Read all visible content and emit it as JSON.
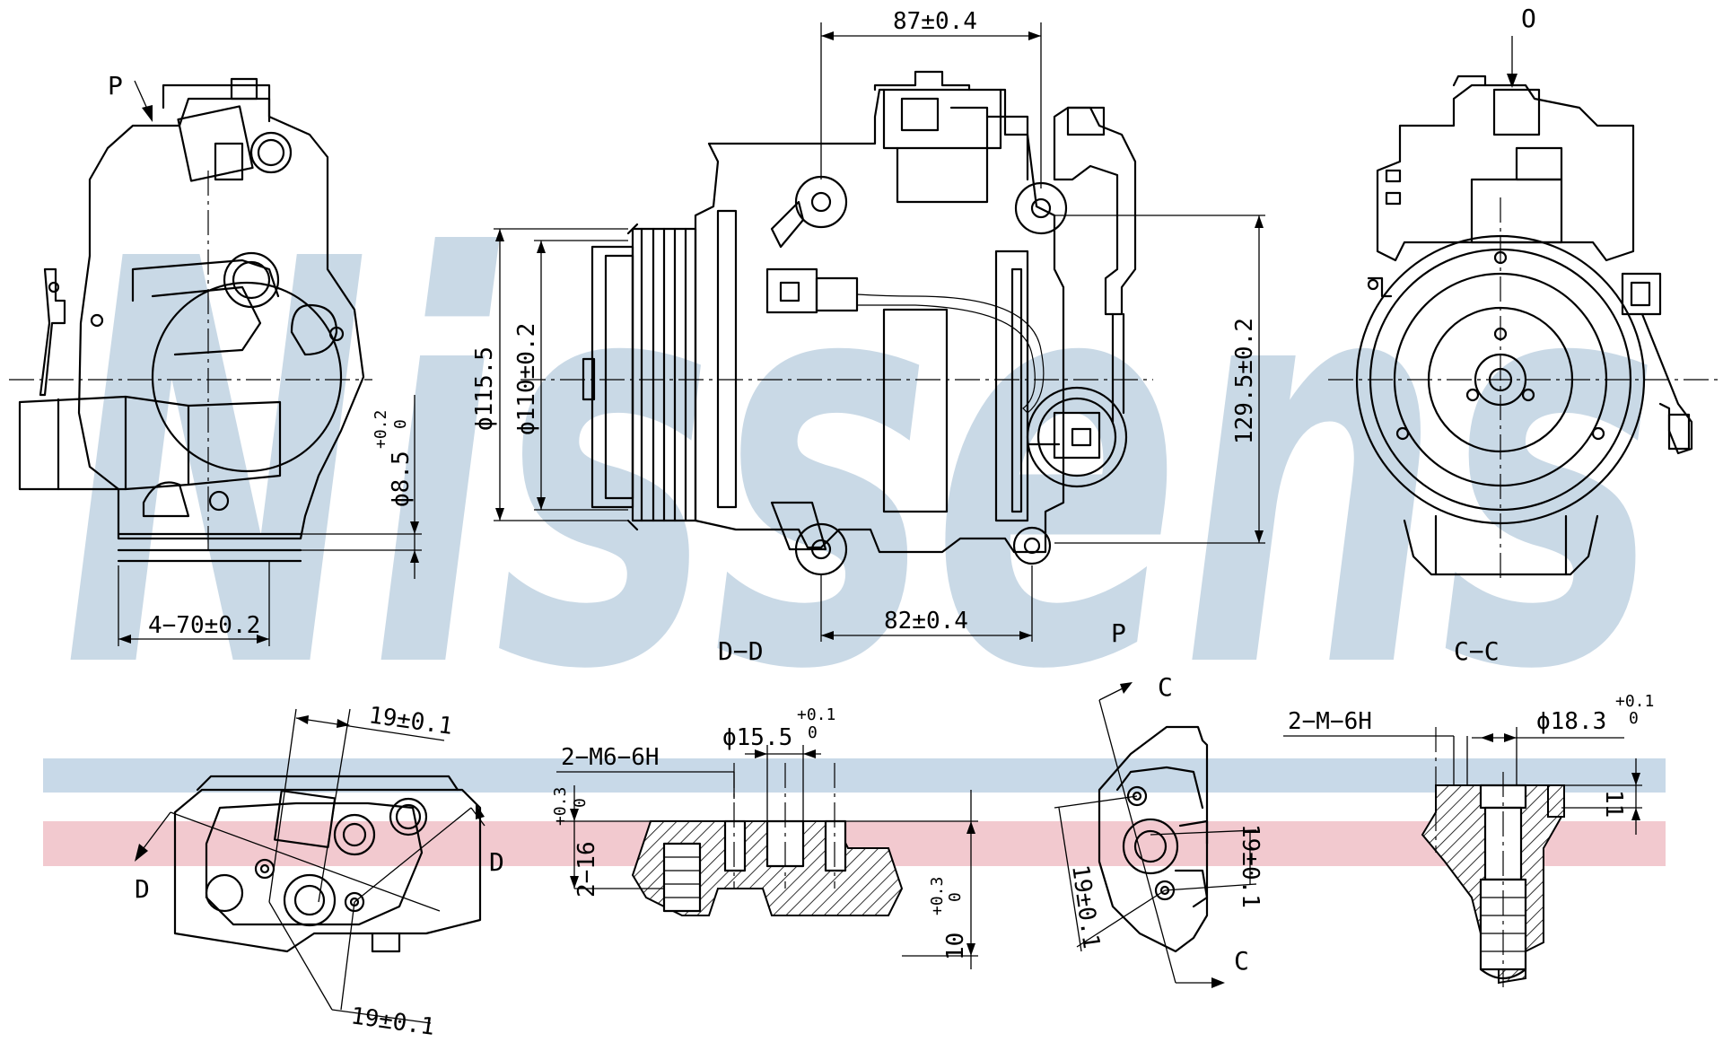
{
  "watermark": {
    "text": "Nissens",
    "color": "#c9d9e6",
    "band_colors": [
      "#c8d9e8",
      "#f2c9cf"
    ]
  },
  "dimensions": {
    "d_87": "87±0.4",
    "d_82": "82±0.4",
    "d_4_70": "4−70±0.2",
    "d_115_5": "ϕ115.5",
    "d_110": "ϕ110±0.2",
    "d_129_5": "129.5±0.2",
    "d_8_5": "ϕ8.5",
    "d_8_5_tol_up": "+0.2",
    "d_8_5_tol_dn": "0",
    "d_19_a": "19±0.1",
    "d_19_b": "19±0.1",
    "d_19_c": "19±0.1",
    "d_19_d": "19±0.1",
    "d_m6": "2−M6−6H",
    "d_m6_b": "2−M−6H",
    "d_15_5": "ϕ15.5",
    "d_15_5_tol_up": "+0.1",
    "d_15_5_tol_dn": "0",
    "d_18_3": "ϕ18.3",
    "d_18_3_tol_up": "+0.1",
    "d_18_3_tol_dn": "0",
    "d_16": "2−16",
    "d_16_tol_up": "+0.3",
    "d_16_tol_dn": "0",
    "d_10": "10",
    "d_10_tol_up": "+0.3",
    "d_10_tol_dn": "0",
    "d_11": "11"
  },
  "views": {
    "dd": "D−D",
    "cc": "C−C",
    "p_top": "P",
    "p_mid": "P",
    "o_top": "O",
    "d_left": "D",
    "d_right": "D",
    "c_top": "C",
    "c_bottom": "C"
  }
}
